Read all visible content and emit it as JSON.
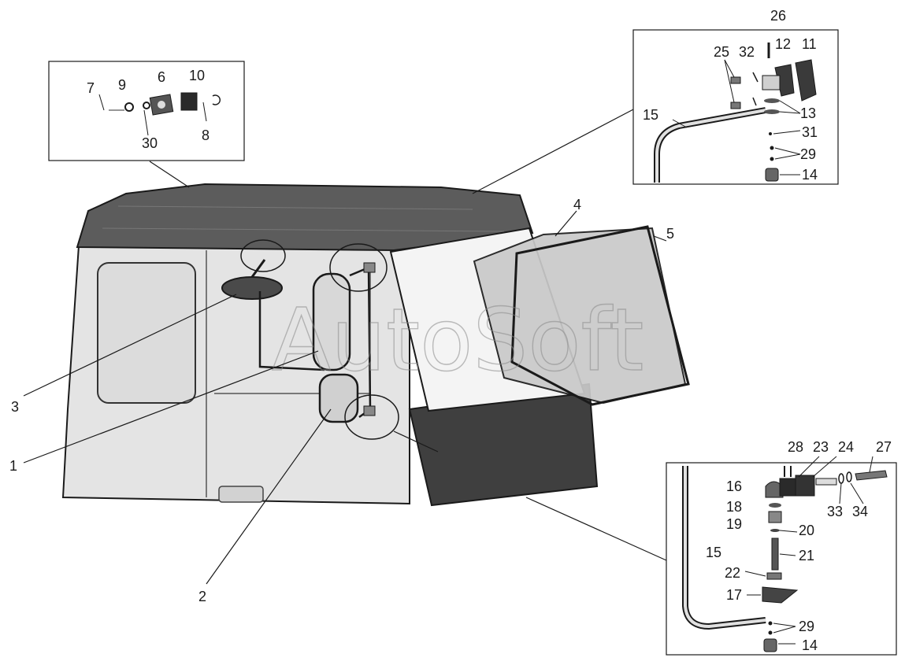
{
  "watermark": "AutoSoft",
  "main_callouts": {
    "c1": "1",
    "c2": "2",
    "c3": "3",
    "c4": "4",
    "c5": "5"
  },
  "detail_mirror_bracket": {
    "c6": "6",
    "c7": "7",
    "c8": "8",
    "c9": "9",
    "c10": "10",
    "c30": "30"
  },
  "detail_upper_mount": {
    "c11": "11",
    "c12": "12",
    "c13": "13",
    "c14": "14",
    "c15": "15",
    "c25": "25",
    "c26": "26",
    "c29": "29",
    "c31": "31",
    "c32": "32"
  },
  "detail_lower_mount": {
    "c14": "14",
    "c15": "15",
    "c16": "16",
    "c17": "17",
    "c18": "18",
    "c19": "19",
    "c20": "20",
    "c21": "21",
    "c22": "22",
    "c23": "23",
    "c24": "24",
    "c27": "27",
    "c28": "28",
    "c29": "29",
    "c33": "33",
    "c34": "34"
  },
  "colors": {
    "body": "#e6e6e6",
    "roof": "#5e5e5e",
    "dark_panel": "#3d3d3d",
    "line": "#1a1a1a"
  }
}
